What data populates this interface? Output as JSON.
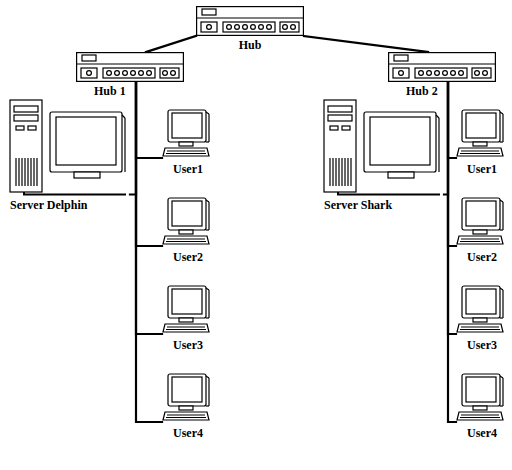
{
  "diagram": {
    "nodes": [
      {
        "text": [
          "Hub"
        ]
      },
      {
        "text": [
          "Hub 1"
        ]
      },
      {
        "text": [
          "Server Delphin"
        ]
      },
      {
        "text": [
          "User1"
        ]
      },
      {
        "text": [
          "User2"
        ]
      },
      {
        "text": [
          "User3"
        ]
      },
      {
        "text": [
          "User4"
        ]
      },
      {
        "text": [
          "Hub 2"
        ]
      },
      {
        "text": [
          "Server Shark"
        ]
      },
      {
        "text": [
          "User1"
        ]
      },
      {
        "text": [
          "User2"
        ]
      },
      {
        "text": [
          "User3"
        ]
      },
      {
        "text": [
          "User4"
        ]
      }
    ],
    "edges": [
      {
        "from": 0,
        "to": 1,
        "arrow": "none"
      },
      {
        "from": 0,
        "to": 7,
        "arrow": "none"
      },
      {
        "from": 1,
        "to": 2,
        "arrow": "none"
      },
      {
        "from": 1,
        "to": 3,
        "arrow": "none"
      },
      {
        "from": 1,
        "to": 4,
        "arrow": "none"
      },
      {
        "from": 1,
        "to": 5,
        "arrow": "none"
      },
      {
        "from": 1,
        "to": 6,
        "arrow": "none"
      },
      {
        "from": 7,
        "to": 8,
        "arrow": "none"
      },
      {
        "from": 7,
        "to": 9,
        "arrow": "none"
      },
      {
        "from": 7,
        "to": 10,
        "arrow": "none"
      },
      {
        "from": 7,
        "to": 11,
        "arrow": "none"
      },
      {
        "from": 7,
        "to": 12,
        "arrow": "none"
      }
    ]
  }
}
